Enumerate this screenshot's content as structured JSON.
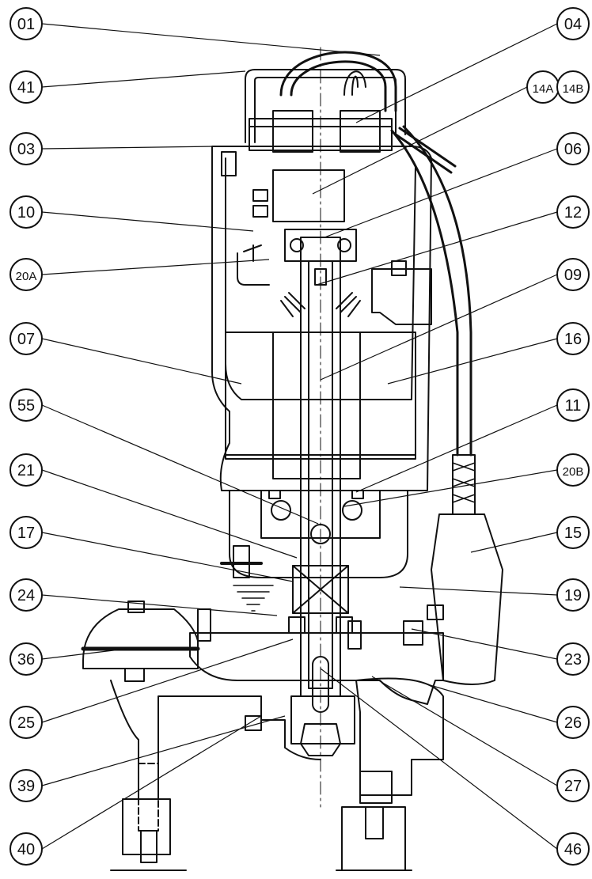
{
  "labels_left": [
    "01",
    "41",
    "03",
    "10",
    "20A",
    "07",
    "55",
    "21",
    "17",
    "24",
    "36",
    "25",
    "39",
    "40"
  ],
  "labels_right": [
    "04",
    "14A",
    "14B",
    "06",
    "12",
    "09",
    "16",
    "11",
    "20B",
    "15",
    "19",
    "23",
    "26",
    "27",
    "46"
  ],
  "colors": {
    "ink": "#111111",
    "paper": "#ffffff"
  }
}
